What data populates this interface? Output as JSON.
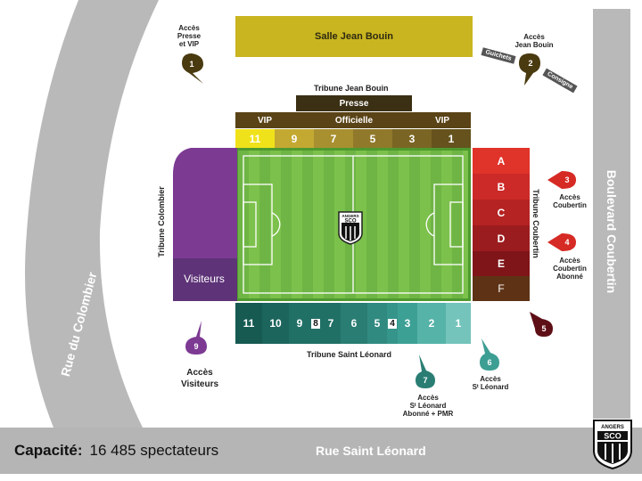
{
  "roads": {
    "colombier": "Rue du Colombier",
    "coubertin": "Boulevard Coubertin",
    "leonard": "Rue Saint Léonard"
  },
  "salle": "Salle Jean Bouin",
  "tribune_jean_bouin": {
    "title": "Tribune Jean Bouin",
    "presse": "Presse",
    "vip_left": "VIP",
    "officielle": "Officielle",
    "vip_right": "VIP",
    "sections": [
      "11",
      "9",
      "7",
      "5",
      "3",
      "1"
    ]
  },
  "tribune_colombier": {
    "title": "Tribune Colombier",
    "visitors": "Visiteurs"
  },
  "tribune_coubertin": {
    "title": "Tribune Coubertin",
    "sections": [
      "A",
      "B",
      "C",
      "D",
      "E",
      "F"
    ]
  },
  "tribune_saint_leonard": {
    "title": "Tribune Saint Léonard",
    "sections": [
      "11",
      "10",
      "9",
      "8",
      "7",
      "6",
      "5",
      "4",
      "3",
      "2",
      "1"
    ]
  },
  "club_logo_text": {
    "top": "ANGERS",
    "main": "SCO"
  },
  "access_points": [
    {
      "number": "1",
      "label": [
        "Accès",
        "Presse",
        "et VIP"
      ]
    },
    {
      "number": "2",
      "label": [
        "Accès",
        "Jean Bouin"
      ],
      "guichets": "Guichets",
      "consigne": "Consigne"
    },
    {
      "number": "3",
      "label": [
        "Accès",
        "Coubertin"
      ]
    },
    {
      "number": "4",
      "label": [
        "Accès",
        "Coubertin",
        "Abonné"
      ]
    },
    {
      "number": "5",
      "label": []
    },
    {
      "number": "6",
      "label": [
        "Accès",
        "Sᵗ Léonard"
      ]
    },
    {
      "number": "7",
      "label": [
        "Accès",
        "Sᵗ Léonard",
        "Abonné + PMR"
      ]
    },
    {
      "number": "9",
      "label": [
        "Accès",
        "Visiteurs"
      ]
    }
  ],
  "capacity": {
    "label": "Capacité:",
    "value": "16 485 spectateurs"
  },
  "colors": {
    "salle": "#c9b51f",
    "field": "#7cc14b",
    "visitors": "#7c3a93",
    "coubertin_red": "#d62a24",
    "leonard_teal": "#1f6b62",
    "road": "#b5b5b5"
  }
}
